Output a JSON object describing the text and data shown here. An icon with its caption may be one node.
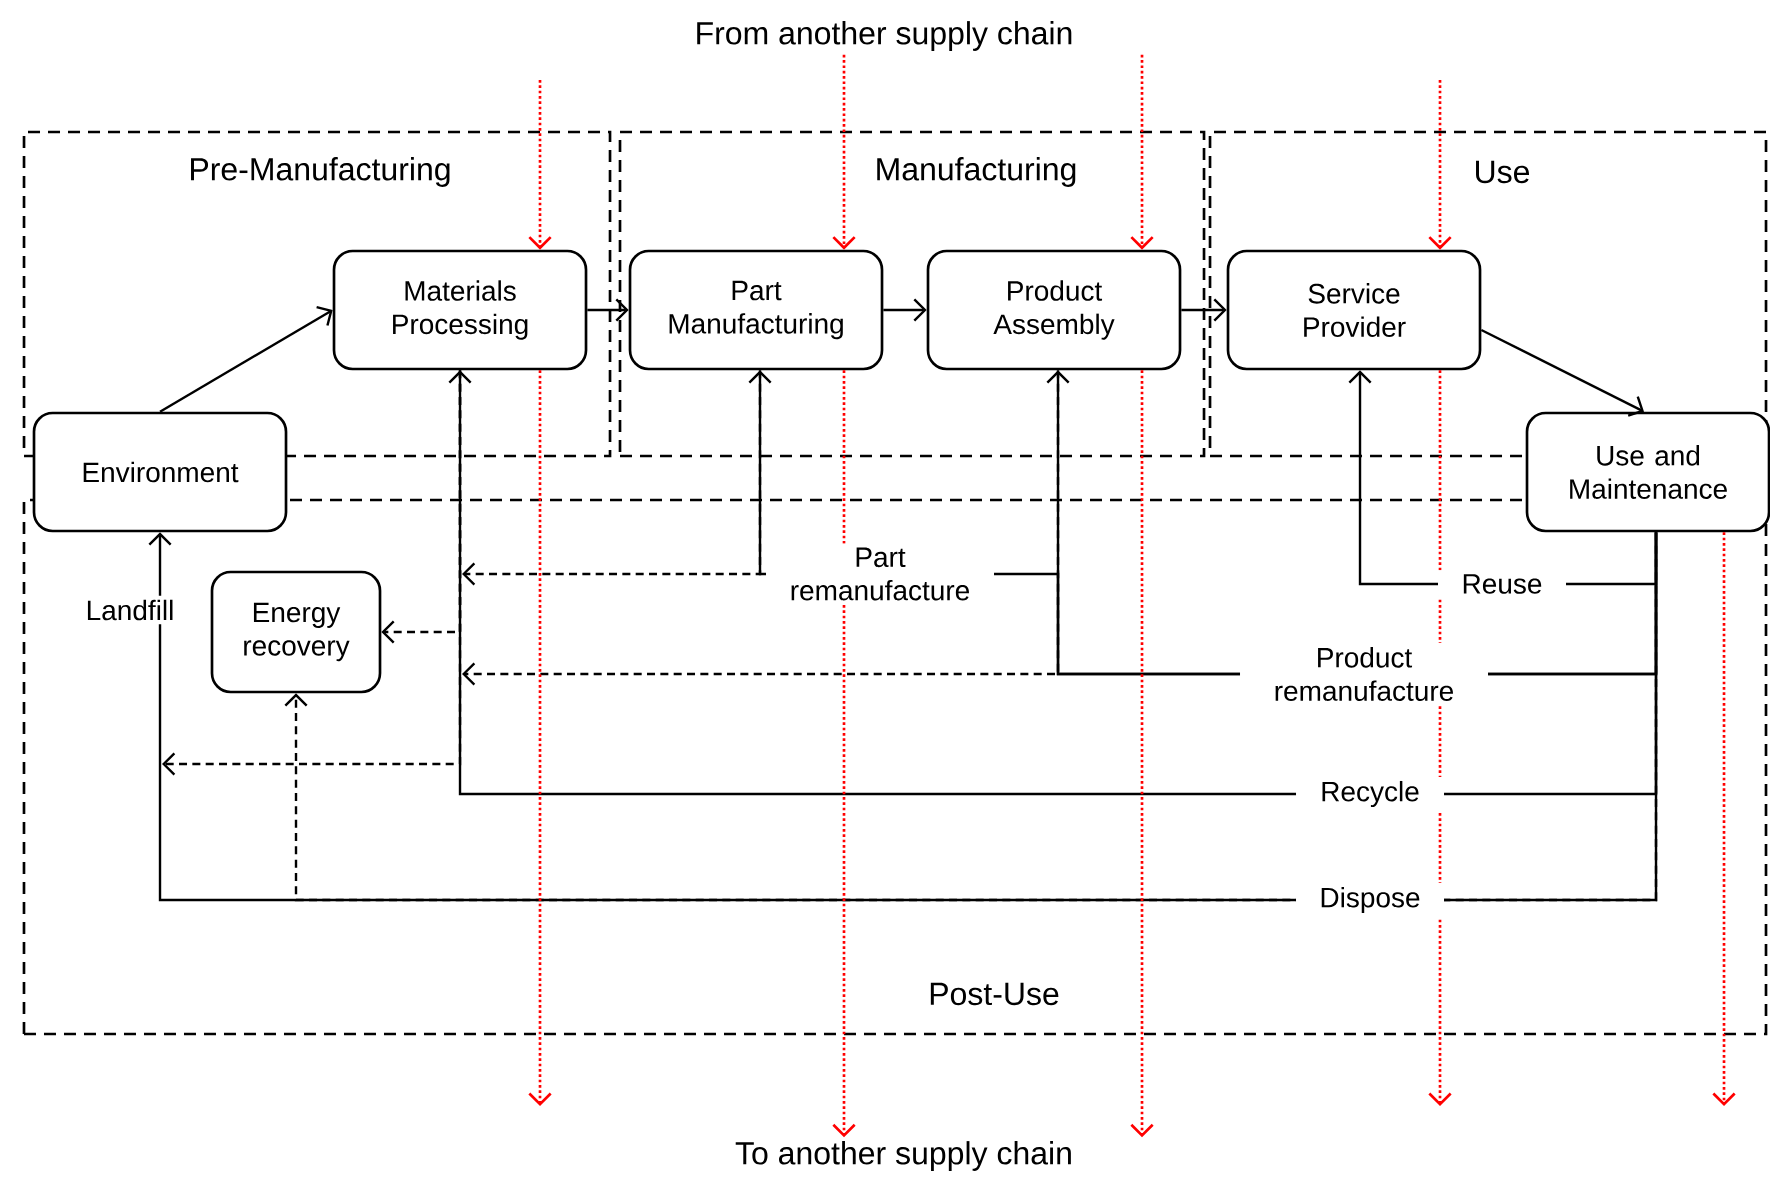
{
  "diagram": {
    "nodes": [
      {
        "text": [
          "Pre-Manufacturing"
        ]
      },
      {
        "text": [
          "Manufacturing"
        ]
      },
      {
        "text": [
          "Use"
        ]
      },
      {
        "text": [
          "Post-Use"
        ]
      },
      {
        "text": [
          "Materials Processing"
        ],
        "in": 0
      },
      {
        "text": [
          "Part Manufacturing"
        ],
        "in": 1
      },
      {
        "text": [
          "Product Assembly"
        ],
        "in": 1
      },
      {
        "text": [
          "Service Provider"
        ],
        "in": 2
      },
      {
        "text": [
          "Environment"
        ]
      },
      {
        "text": [
          "Use and Maintenance"
        ]
      },
      {
        "text": [
          "Energy recovery"
        ],
        "in": 3
      },
      {
        "text": [
          "From another supply chain"
        ]
      },
      {
        "text": [
          "To another supply chain"
        ]
      }
    ],
    "edges": [
      {
        "from": 8,
        "to": 4,
        "arrow": "to"
      },
      {
        "from": 4,
        "to": 5,
        "arrow": "to"
      },
      {
        "from": 5,
        "to": 6,
        "arrow": "to"
      },
      {
        "from": 6,
        "to": 7,
        "arrow": "to"
      },
      {
        "from": 7,
        "to": 9,
        "arrow": "to"
      },
      {
        "from": 9,
        "to": 7,
        "arrow": "to",
        "label": "Reuse"
      },
      {
        "from": 9,
        "to": 6,
        "arrow": "to",
        "label": "Product remanufacture"
      },
      {
        "from": 9,
        "to": 5,
        "arrow": "to",
        "label": "Part remanufacture"
      },
      {
        "from": 9,
        "to": 4,
        "arrow": "to",
        "label": "Recycle"
      },
      {
        "from": 9,
        "to": 8,
        "arrow": "to",
        "label": "Dispose"
      },
      {
        "from": 5,
        "to": null,
        "arrow": "to",
        "style": "dashed"
      },
      {
        "from": 6,
        "to": null,
        "arrow": "to",
        "style": "dashed"
      },
      {
        "from": 4,
        "to": 10,
        "arrow": "to",
        "style": "dashed"
      },
      {
        "from": 4,
        "to": null,
        "arrow": "to",
        "style": "dashed"
      },
      {
        "from": 9,
        "to": 10,
        "arrow": "to",
        "style": "dashed"
      },
      {
        "from": null,
        "to": 4,
        "arrow": "to",
        "style": "dashed",
        "color": "#ff0000"
      },
      {
        "from": 11,
        "to": 5,
        "arrow": "to",
        "style": "dashed",
        "color": "#ff0000"
      },
      {
        "from": 11,
        "to": 6,
        "arrow": "to",
        "style": "dashed",
        "color": "#ff0000"
      },
      {
        "from": null,
        "to": 7,
        "arrow": "to",
        "style": "dashed",
        "color": "#ff0000"
      },
      {
        "from": 4,
        "to": null,
        "arrow": "to",
        "style": "dashed",
        "color": "#ff0000"
      },
      {
        "from": 5,
        "to": 12,
        "arrow": "to",
        "style": "dashed",
        "color": "#ff0000"
      },
      {
        "from": 6,
        "to": 12,
        "arrow": "to",
        "style": "dashed",
        "color": "#ff0000"
      },
      {
        "from": 7,
        "to": null,
        "arrow": "to",
        "style": "dashed",
        "color": "#ff0000"
      },
      {
        "from": 9,
        "to": null,
        "arrow": "to",
        "style": "dashed",
        "color": "#ff0000"
      }
    ],
    "labels": [
      "Landfill"
    ]
  }
}
